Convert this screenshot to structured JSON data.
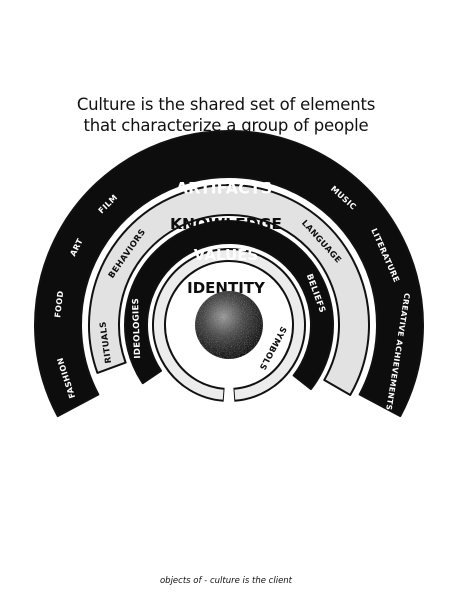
{
  "headline": {
    "line1": "Culture is the shared set of elements",
    "line2": "that characterize a group of people"
  },
  "rings": {
    "artifacts": {
      "title": "ARTIFACTS",
      "items": [
        "FASHION",
        "FOOD",
        "ART",
        "FILM",
        "MUSIC",
        "LITERATURE",
        "CREATIVE ACHIEVEMENTS"
      ]
    },
    "knowledge": {
      "title": "KNOWLEDGE",
      "items": [
        "RITUALS",
        "BEHAVIORS",
        "LANGUAGE"
      ]
    },
    "values": {
      "title": "VALUES",
      "items": [
        "IDEOLOGIES",
        "BELIEFS"
      ]
    },
    "identity": {
      "title": "IDENTITY",
      "items": [
        "SYMBOLS"
      ]
    }
  },
  "caption": "objects of - culture is the client",
  "colors": {
    "dark": "#0d0d0d",
    "light_ring": "#e2e2e2",
    "stroke": "#111111",
    "white": "#ffffff"
  }
}
